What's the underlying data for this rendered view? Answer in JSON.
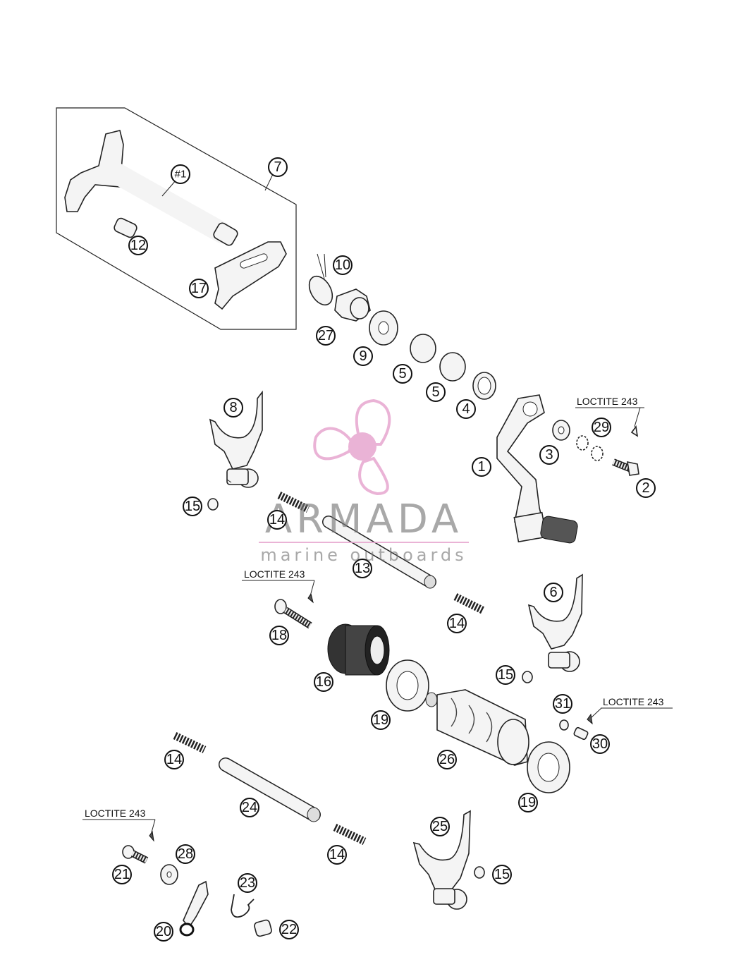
{
  "callouts": {
    "c1": "1",
    "c2": "2",
    "c3": "3",
    "c4": "4",
    "c5a": "5",
    "c5b": "5",
    "c6": "6",
    "c7": "7",
    "c8": "8",
    "c9": "9",
    "c10": "10",
    "c12": "12",
    "c13": "13",
    "c14a": "14",
    "c14b": "14",
    "c14c": "14",
    "c14d": "14",
    "c15a": "15",
    "c15b": "15",
    "c15c": "15",
    "c16": "16",
    "c17": "17",
    "c18": "18",
    "c19a": "19",
    "c19b": "19",
    "c20": "20",
    "c21": "21",
    "c22": "22",
    "c23": "23",
    "c24": "24",
    "c25": "25",
    "c26": "26",
    "c27": "27",
    "c28": "28",
    "c29": "29",
    "c30": "30",
    "c31": "31",
    "h1": "#1"
  },
  "notes": {
    "loctite_1": "LOCTITE 243",
    "loctite_2": "LOCTITE 243",
    "loctite_3": "LOCTITE 243",
    "loctite_4": "LOCTITE 243"
  },
  "watermark": {
    "brand": "ARMADA",
    "tagline": "marine outboards",
    "logo_icon": "propeller-icon",
    "logo_color": "#e7a6cf"
  }
}
